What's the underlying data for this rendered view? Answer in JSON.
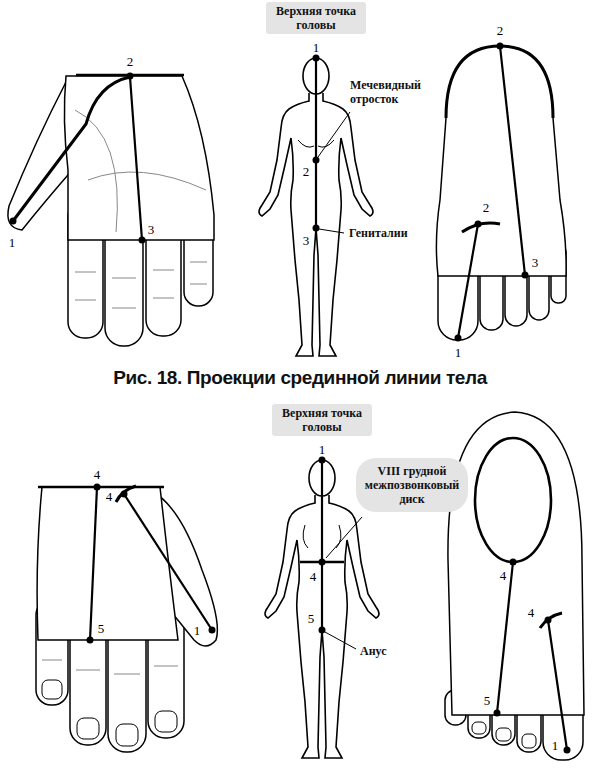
{
  "diagram": {
    "caption": "Рис. 18. Проекции срединной линии тела",
    "nodes": [
      {
        "text": [
          "Верхняя точка головы"
        ]
      },
      {
        "text": [
          "Верхняя точка головы"
        ]
      },
      {
        "text": [
          "VIII грудной межпозвонковый диск"
        ]
      }
    ],
    "labels": [
      "2",
      "1",
      "3",
      "1",
      "Мечевидный отросток",
      "2",
      "3",
      "Гениталии",
      "2",
      "2",
      "3",
      "1",
      "4",
      "4",
      "5",
      "1",
      "1",
      "4",
      "5",
      "Анус",
      "4",
      "4",
      "5",
      "1"
    ]
  }
}
